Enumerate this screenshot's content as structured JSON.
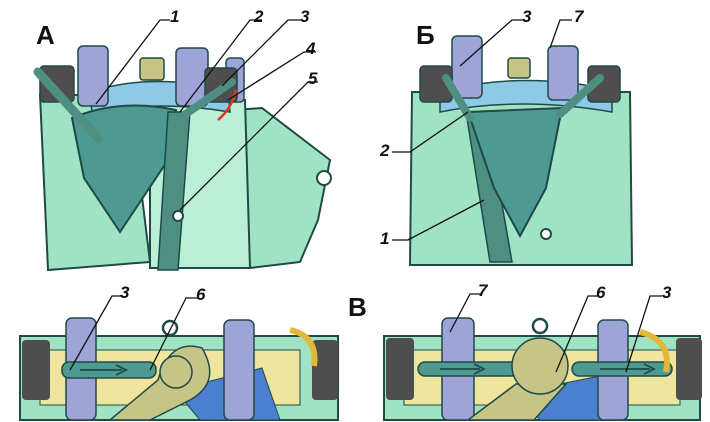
{
  "panels": {
    "a": {
      "letter": "А",
      "labels": [
        "1",
        "2",
        "3",
        "4",
        "5"
      ]
    },
    "b": {
      "letter": "Б",
      "labels": [
        "3",
        "7",
        "2",
        "1"
      ]
    },
    "c": {
      "labels": [
        "3",
        "6"
      ]
    },
    "d": {
      "letter": "В",
      "labels": [
        "7",
        "6",
        "3"
      ]
    }
  },
  "colors": {
    "pack": "#9fe3c4",
    "pack_dark": "#4f8f82",
    "cone": "#4c9a92",
    "strap": "#9ea4d8",
    "strap_dark": "#5a5f9a",
    "metal": "#4e4e4e",
    "lining": "#8fc9e8",
    "outline": "#1f4a46",
    "plate": "#c7c488",
    "padding": "#efe59c",
    "marker": "#d8361f",
    "pad_blue": "#4b7fd0"
  }
}
